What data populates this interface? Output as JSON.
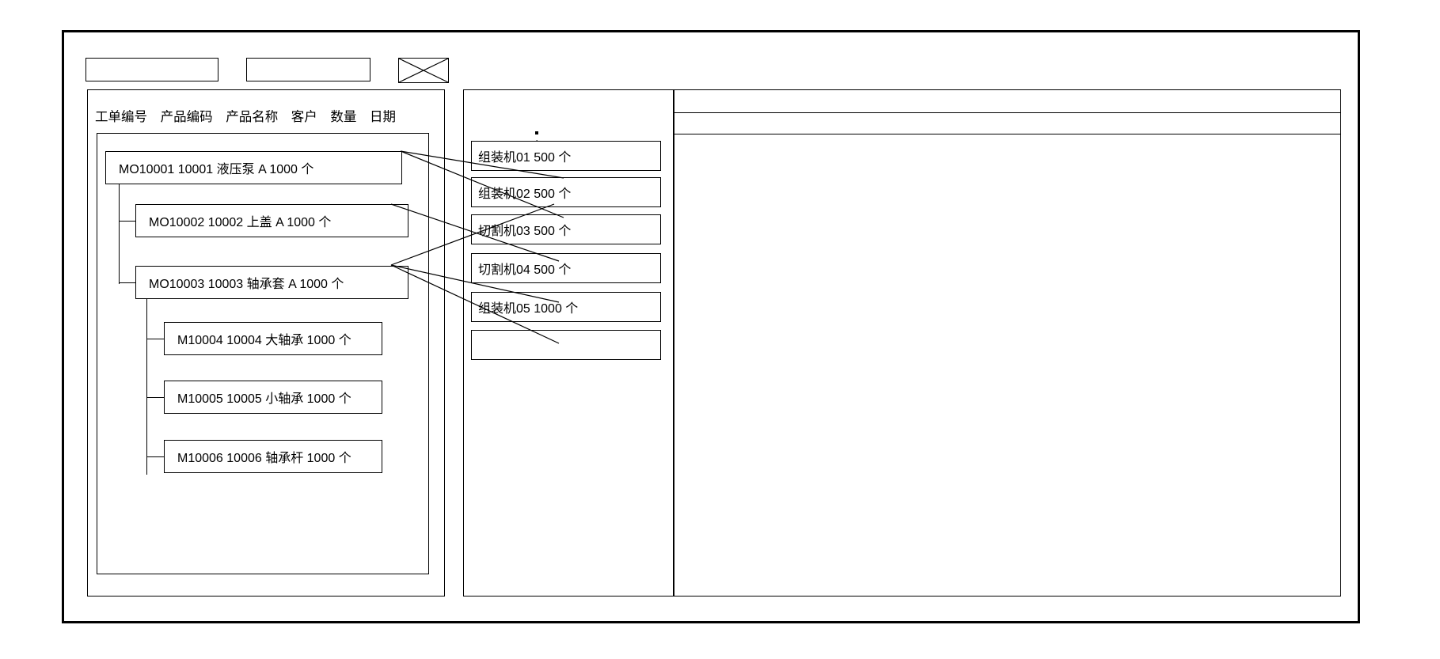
{
  "window": {
    "title": "",
    "toolbar": {
      "field_one_value": "",
      "field_one_placeholder": "",
      "field_two_value": "",
      "field_two_placeholder": "",
      "image_icon_name": "broken-image-icon"
    }
  },
  "left_panel": {
    "columns": [
      "工单编号",
      "产品编码",
      "产品名称",
      "客户",
      "数量",
      "日期"
    ],
    "rows": [
      {
        "level": 0,
        "order_no": "MO10001",
        "product_code": "10001",
        "product_name": "液压泵",
        "customer": "A",
        "qty": "1000",
        "unit": "个",
        "text": "MO10001   10001  液压泵   A    1000 个"
      },
      {
        "level": 1,
        "order_no": "MO10002",
        "product_code": "10002",
        "product_name": "上盖",
        "customer": "A",
        "qty": "1000",
        "unit": "个",
        "text": "MO10002  10002  上盖  A   1000  个"
      },
      {
        "level": 1,
        "order_no": "MO10003",
        "product_code": "10003",
        "product_name": "轴承套",
        "customer": "A",
        "qty": "1000",
        "unit": "个",
        "text": "MO10003  10003  轴承套 A   1000   个"
      },
      {
        "level": 2,
        "order_no": "M10004",
        "product_code": "10004",
        "product_name": "大轴承",
        "customer": "",
        "qty": "1000",
        "unit": "个",
        "text": "M10004 10004 大轴承  1000  个"
      },
      {
        "level": 2,
        "order_no": "M10005",
        "product_code": "10005",
        "product_name": "小轴承",
        "customer": "",
        "qty": "1000",
        "unit": "个",
        "text": "M10005  10005  小轴承  1000  个"
      },
      {
        "level": 2,
        "order_no": "M10006",
        "product_code": "10006",
        "product_name": "轴承杆",
        "customer": "",
        "qty": "1000",
        "unit": "个",
        "text": "M10006  10006  轴承杆 1000  个"
      }
    ]
  },
  "middle_panel": {
    "dot": ".",
    "machines": [
      {
        "machine": "组装机01",
        "qty": "500",
        "unit": "个",
        "text": "组装机01    500  个"
      },
      {
        "machine": "组装机02",
        "qty": "500",
        "unit": "个",
        "text": "组装机02    500   个"
      },
      {
        "machine": "切割机03",
        "qty": "500",
        "unit": "个",
        "text": "切割机03   500   个"
      },
      {
        "machine": "切割机04",
        "qty": "500",
        "unit": "个",
        "text": "切割机04  500  个"
      },
      {
        "machine": "组装机05",
        "qty": "1000",
        "unit": "个",
        "text": "组装机05  1000 个"
      },
      {
        "machine": "",
        "qty": "",
        "unit": "",
        "text": ""
      }
    ]
  },
  "right_panel": {
    "header_text": "",
    "body_text": ""
  },
  "colors": {
    "line": "#000000",
    "background": "#ffffff"
  }
}
